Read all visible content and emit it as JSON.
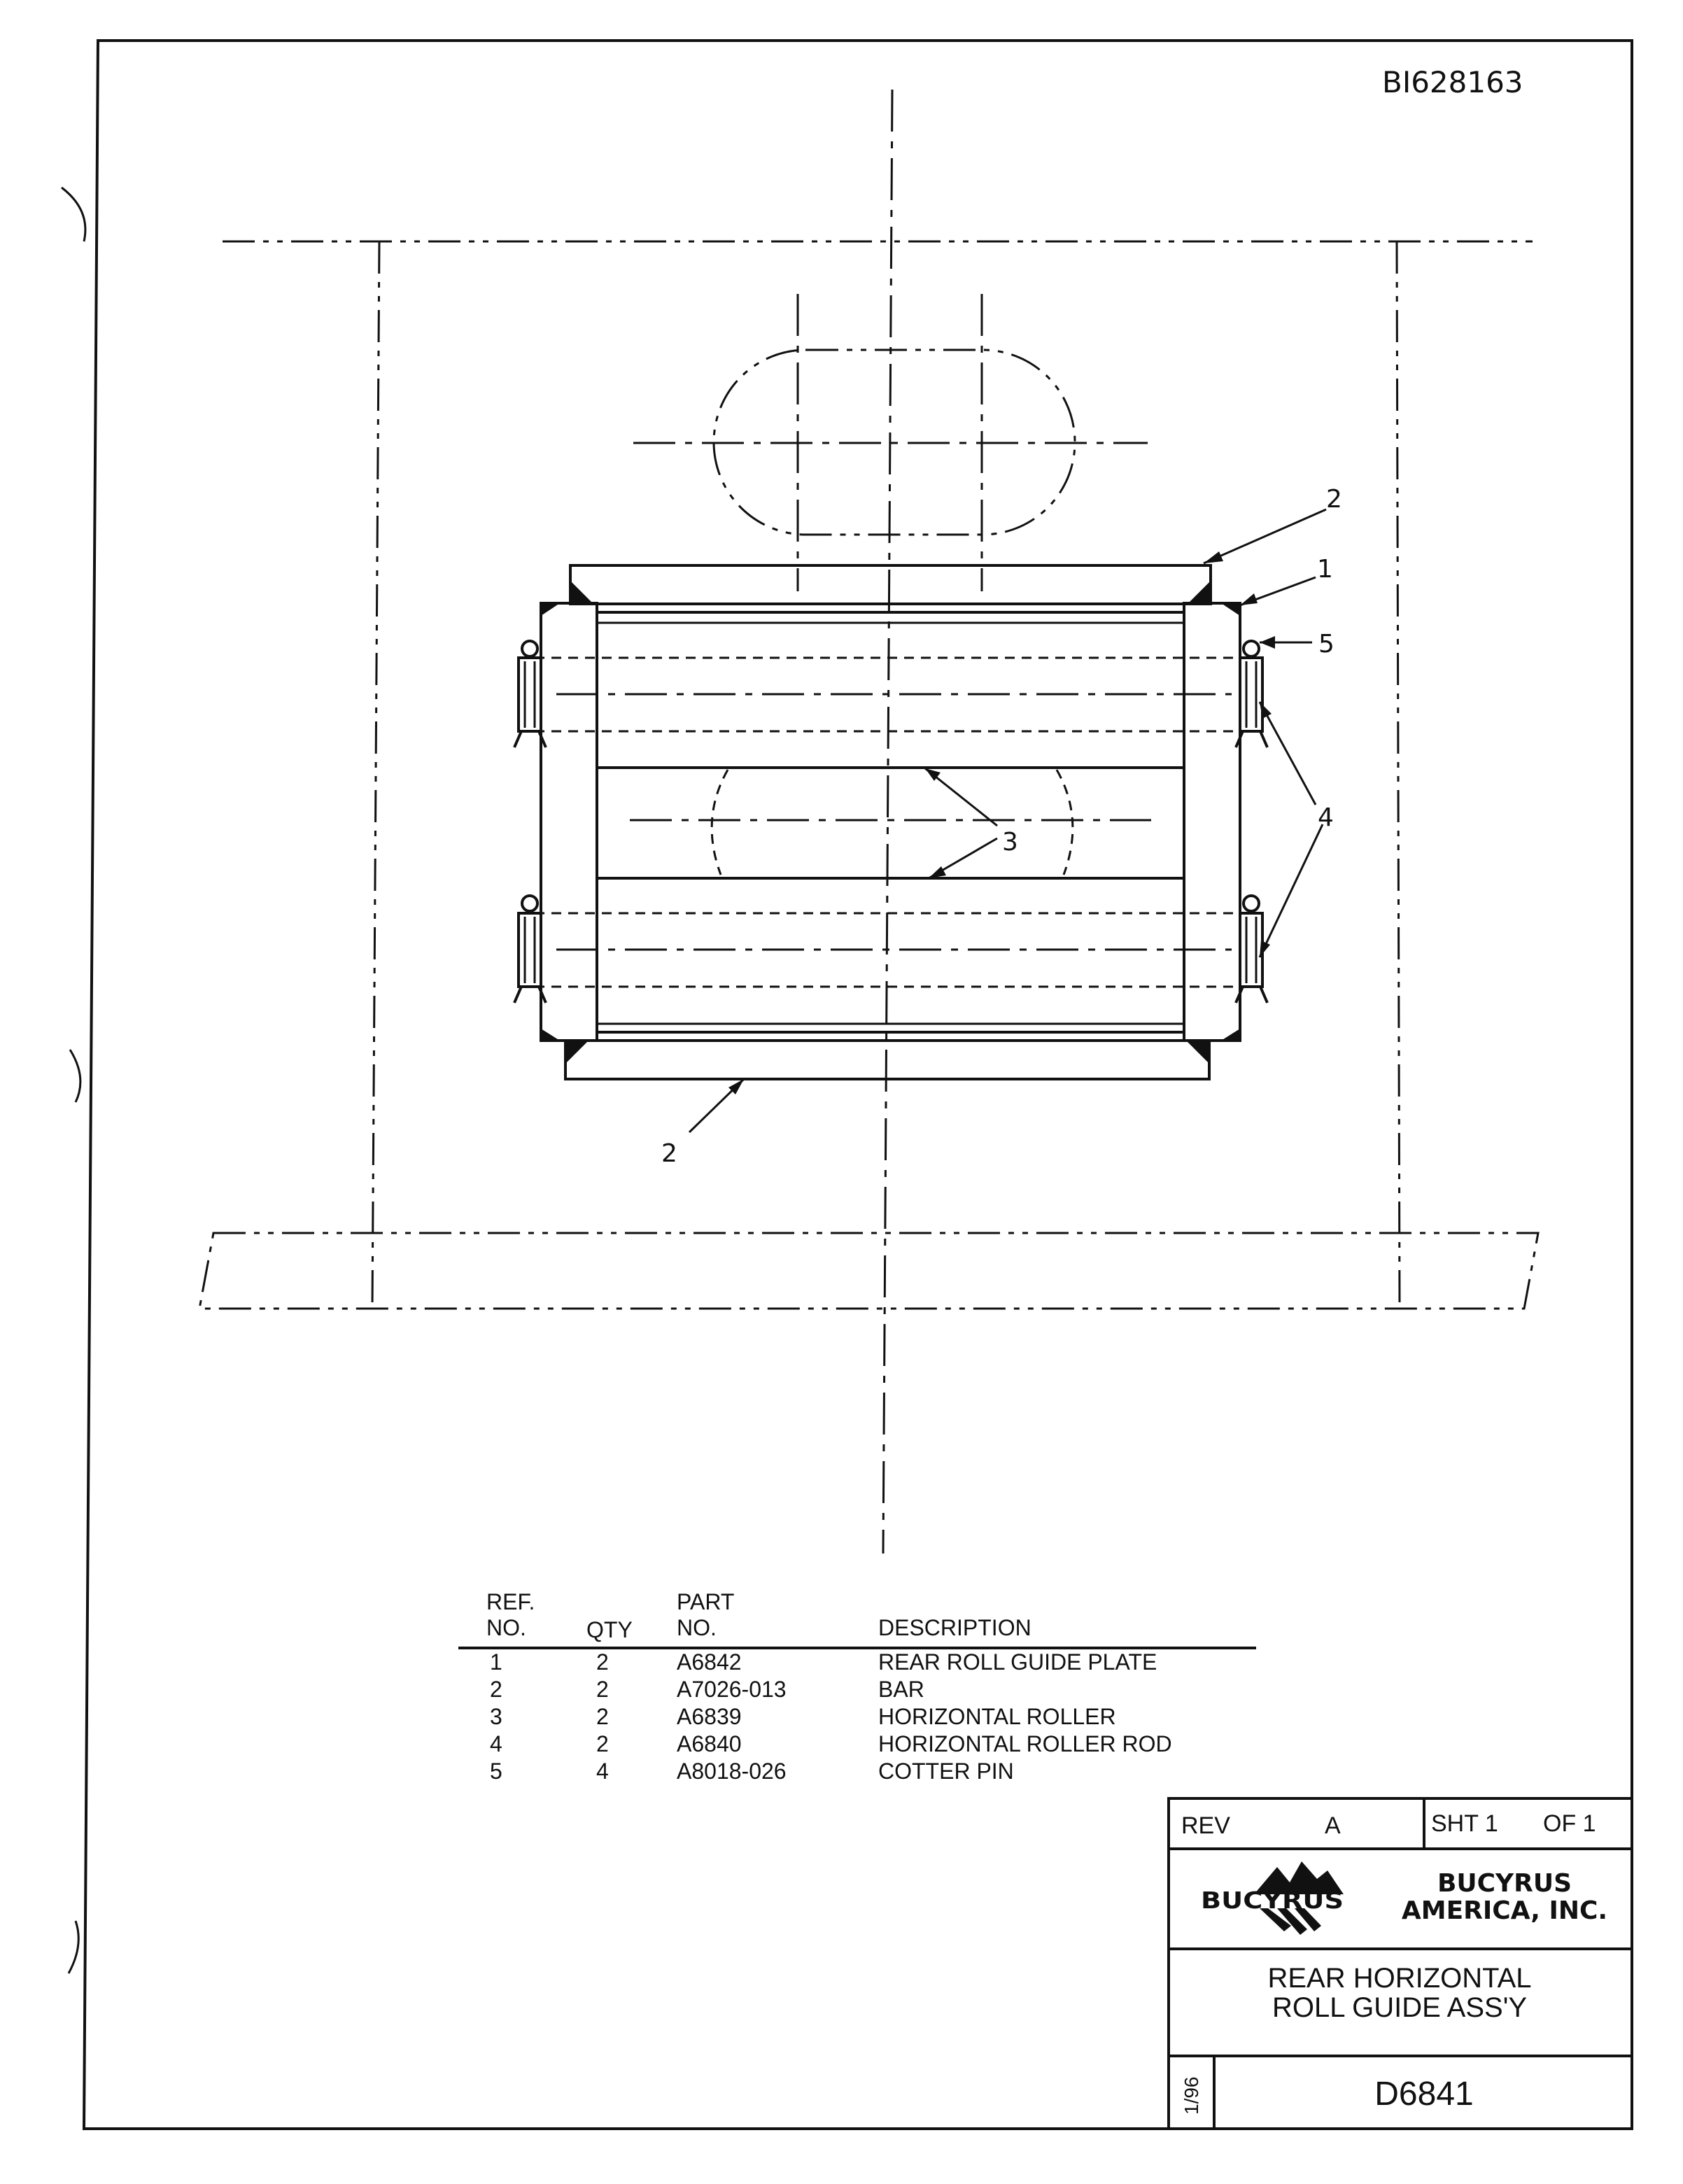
{
  "drawing": {
    "doc_id": "BI628163",
    "callouts": [
      "1",
      "2",
      "2",
      "3",
      "4",
      "5"
    ]
  },
  "parts_list": {
    "headers": {
      "ref_line1": "REF.",
      "ref_line2": "NO.",
      "qty": "QTY",
      "part_line1": "PART",
      "part_line2": "NO.",
      "description": "DESCRIPTION"
    },
    "rows": [
      {
        "ref": "1",
        "qty": "2",
        "part": "A6842",
        "description": "REAR ROLL GUIDE PLATE"
      },
      {
        "ref": "2",
        "qty": "2",
        "part": "A7026-013",
        "description": "BAR"
      },
      {
        "ref": "3",
        "qty": "2",
        "part": "A6839",
        "description": "HORIZONTAL ROLLER"
      },
      {
        "ref": "4",
        "qty": "2",
        "part": "A6840",
        "description": "HORIZONTAL ROLLER ROD"
      },
      {
        "ref": "5",
        "qty": "4",
        "part": "A8018-026",
        "description": "COTTER PIN"
      }
    ]
  },
  "title_block": {
    "rev_label": "REV",
    "rev_value": "A",
    "sheet_label": "SHT 1",
    "of_label": "OF 1",
    "logo_text": "BUCYRUS",
    "company_line1": "BUCYRUS",
    "company_line2": "AMERICA, INC.",
    "title_line1": "REAR HORIZONTAL",
    "title_line2": "ROLL GUIDE ASS'Y",
    "date": "1/96",
    "drawing_number": "D6841"
  }
}
